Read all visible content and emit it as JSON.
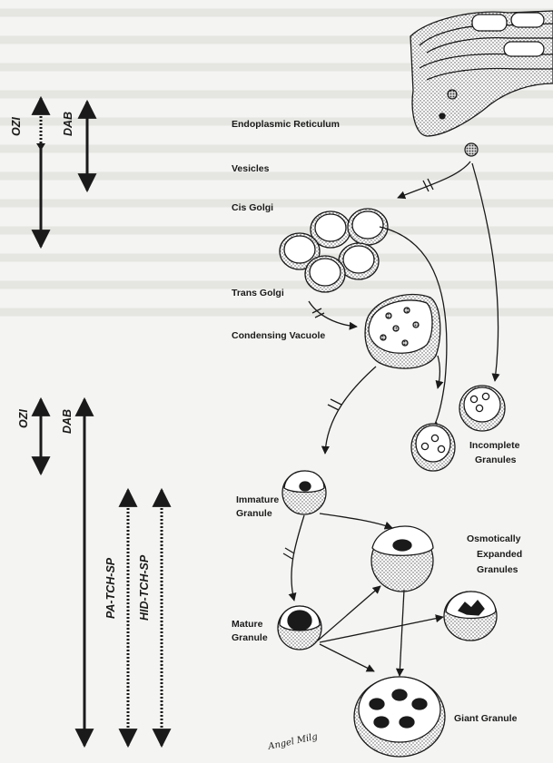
{
  "labels": {
    "er": "Endoplasmic Reticulum",
    "vesicles": "Vesicles",
    "cis_golgi": "Cis Golgi",
    "trans_golgi": "Trans Golgi",
    "condensing_vacuole": "Condensing Vacuole",
    "incomplete_1": "Incomplete",
    "incomplete_2": "Granules",
    "immature_1": "Immature",
    "immature_2": "Granule",
    "osmotic_1": "Osmotically",
    "osmotic_2": "Expanded",
    "osmotic_3": "Granules",
    "mature_1": "Mature",
    "mature_2": "Granule",
    "giant": "Giant Granule"
  },
  "markers": {
    "ozi_top": "OZI",
    "dab_top": "DAB",
    "ozi_bottom": "OZI",
    "dab_bottom": "DAB",
    "pa": "PA-TCH-SP",
    "hid": "HID-TCH-SP"
  },
  "signature": "Angel Milg"
}
